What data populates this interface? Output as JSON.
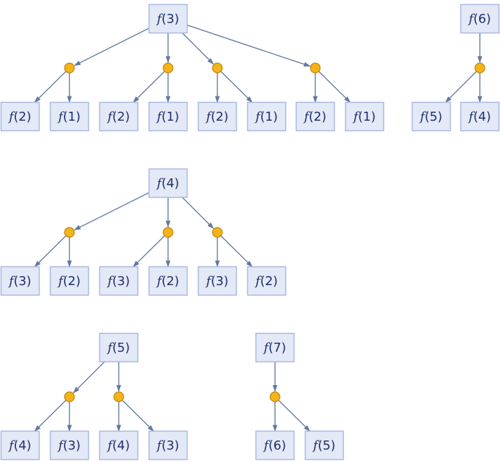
{
  "trees": [
    {
      "root": {
        "fn": "f",
        "arg": "(3)"
      },
      "branches": [
        {
          "children": [
            {
              "fn": "f",
              "arg": "(2)"
            },
            {
              "fn": "f",
              "arg": "(1)"
            }
          ]
        },
        {
          "children": [
            {
              "fn": "f",
              "arg": "(2)"
            },
            {
              "fn": "f",
              "arg": "(1)"
            }
          ]
        },
        {
          "children": [
            {
              "fn": "f",
              "arg": "(2)"
            },
            {
              "fn": "f",
              "arg": "(1)"
            }
          ]
        },
        {
          "children": [
            {
              "fn": "f",
              "arg": "(2)"
            },
            {
              "fn": "f",
              "arg": "(1)"
            }
          ]
        }
      ]
    },
    {
      "root": {
        "fn": "f",
        "arg": "(6)"
      },
      "branches": [
        {
          "children": [
            {
              "fn": "f",
              "arg": "(5)"
            },
            {
              "fn": "f",
              "arg": "(4)"
            }
          ]
        }
      ]
    },
    {
      "root": {
        "fn": "f",
        "arg": "(4)"
      },
      "branches": [
        {
          "children": [
            {
              "fn": "f",
              "arg": "(3)"
            },
            {
              "fn": "f",
              "arg": "(2)"
            }
          ]
        },
        {
          "children": [
            {
              "fn": "f",
              "arg": "(3)"
            },
            {
              "fn": "f",
              "arg": "(2)"
            }
          ]
        },
        {
          "children": [
            {
              "fn": "f",
              "arg": "(3)"
            },
            {
              "fn": "f",
              "arg": "(2)"
            }
          ]
        }
      ]
    },
    {
      "root": {
        "fn": "f",
        "arg": "(5)"
      },
      "branches": [
        {
          "children": [
            {
              "fn": "f",
              "arg": "(4)"
            },
            {
              "fn": "f",
              "arg": "(3)"
            }
          ]
        },
        {
          "children": [
            {
              "fn": "f",
              "arg": "(4)"
            },
            {
              "fn": "f",
              "arg": "(3)"
            }
          ]
        }
      ]
    },
    {
      "root": {
        "fn": "f",
        "arg": "(7)"
      },
      "branches": [
        {
          "children": [
            {
              "fn": "f",
              "arg": "(6)"
            },
            {
              "fn": "f",
              "arg": "(5)"
            }
          ]
        }
      ]
    }
  ],
  "colors": {
    "node_fill": "#e3e9f6",
    "node_stroke": "#a8b8e2",
    "text": "#1f2f6b",
    "edge": "#64799f",
    "junction_fill": "#f3b418",
    "junction_stroke": "#c47f0c"
  }
}
